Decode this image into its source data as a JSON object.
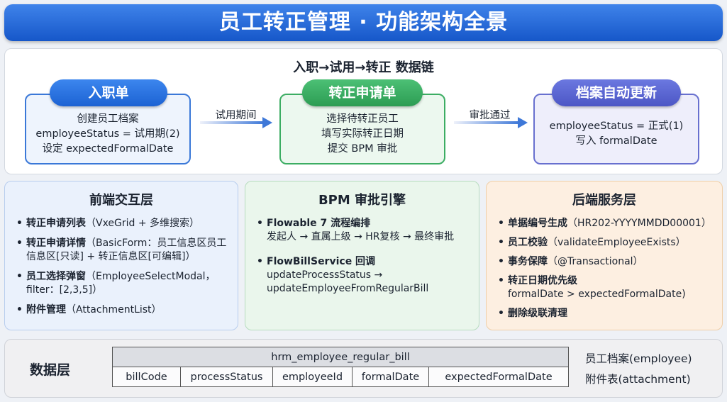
{
  "title": "员工转正管理 · 功能架构全景",
  "chain": {
    "title": "入职→试用→转正 数据链",
    "stages": [
      {
        "name": "入职单",
        "lines": [
          "创建员工档案",
          "employeeStatus = 试用期(2)",
          "设定 expectedFormalDate"
        ]
      },
      {
        "name": "转正申请单",
        "lines": [
          "选择待转正员工",
          "填写实际转正日期",
          "提交 BPM 审批"
        ]
      },
      {
        "name": "档案自动更新",
        "lines": [
          "employeeStatus = 正式(1)",
          "写入 formalDate"
        ]
      }
    ],
    "arrows": [
      "试用期间",
      "审批通过"
    ]
  },
  "layers": {
    "frontend": {
      "title": "前端交互层",
      "items": [
        {
          "head": "转正申请列表",
          "desc": "（VxeGrid + 多维搜索）"
        },
        {
          "head": "转正申请详情",
          "desc": "（BasicForm：员工信息区员工信息区[只读] + 转正信息区[可编辑]）"
        },
        {
          "head": "员工选择弹窗",
          "desc": "（EmployeeSelectModal，filter：[2,3,5]）"
        },
        {
          "head": "附件管理",
          "desc": "（AttachmentList）"
        }
      ]
    },
    "bpm": {
      "title": "BPM 审批引擎",
      "items": [
        {
          "head": "Flowable 7 流程编排",
          "sub1": "发起人 → 直属上级 → HR复核 → 最终审批",
          "sub2": ""
        },
        {
          "head": "FlowBillService 回调",
          "sub1": "updateProcessStatus →",
          "sub2": "updateEmployeeFromRegularBill"
        }
      ]
    },
    "backend": {
      "title": "后端服务层",
      "items": [
        {
          "head": "单据编号生成",
          "desc": "（HR202-YYYYMMDD00001）",
          "sub": ""
        },
        {
          "head": "员工校验",
          "desc": "（validateEmployeeExists）",
          "sub": ""
        },
        {
          "head": "事务保障",
          "desc": "（@Transactional）",
          "sub": ""
        },
        {
          "head": "转正日期优先级",
          "desc": "",
          "sub": "formalDate > expectedFormalDate)"
        },
        {
          "head": "删除级联清理",
          "desc": "",
          "sub": ""
        }
      ]
    }
  },
  "data_layer": {
    "label": "数据层",
    "table_name": "hrm_employee_regular_bill",
    "columns": [
      "billCode",
      "processStatus",
      "employeeId",
      "formalDate",
      "expectedFormalDate"
    ],
    "related": [
      "员工档案(employee)",
      "附件表(attachment)"
    ]
  },
  "colors": {
    "primary": "#1c62d3",
    "green": "#2c9c53",
    "purple": "#4c56c5",
    "orange_bg": "#fdefe1"
  }
}
